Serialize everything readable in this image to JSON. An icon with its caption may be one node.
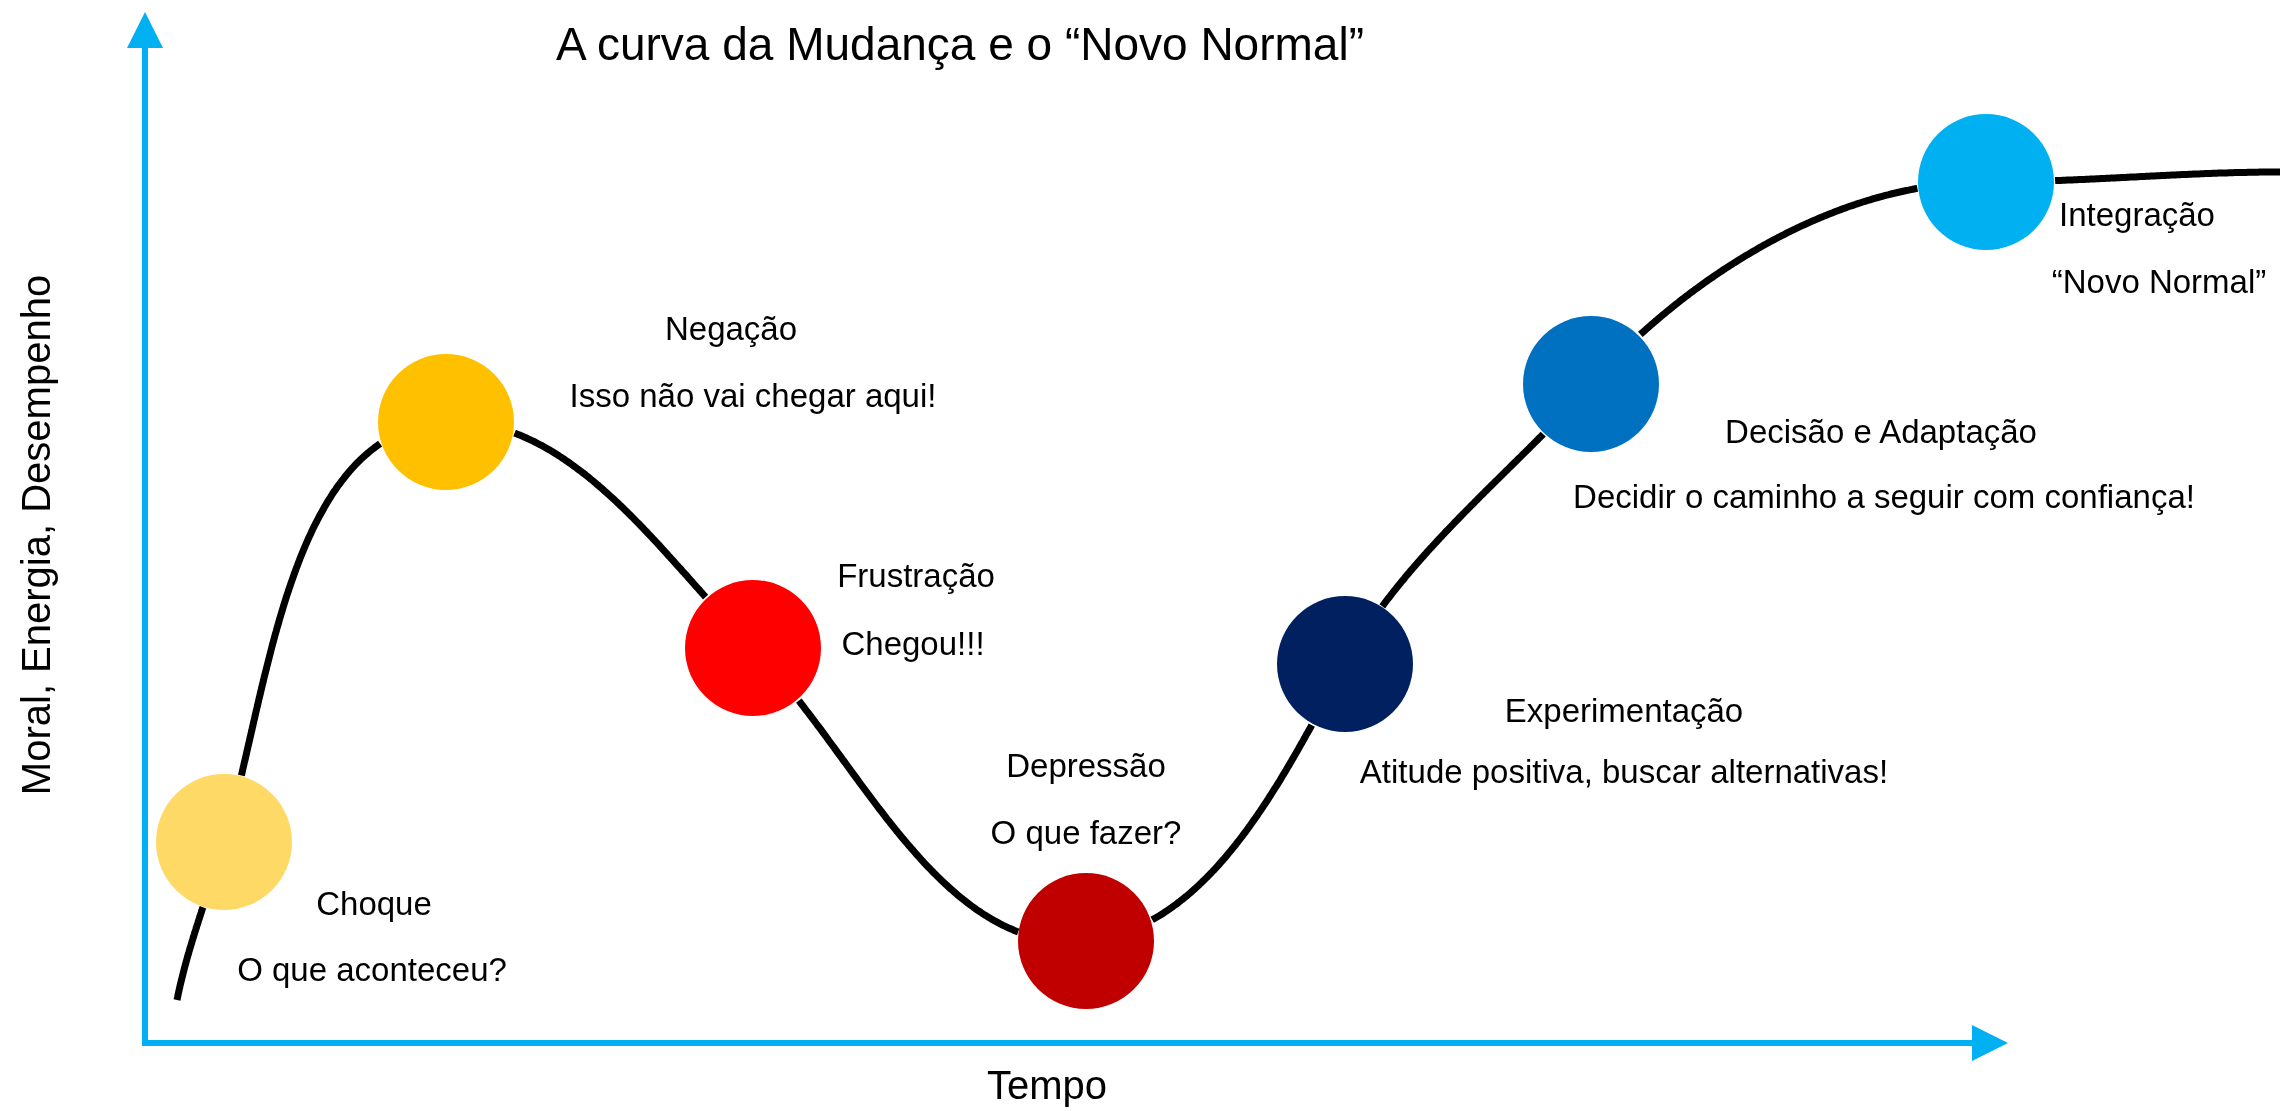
{
  "diagram": {
    "title": "A curva da Mudança e o “Novo Normal”",
    "nodes": [
      {
        "text": [],
        "shape": "circle",
        "beside": [
          "Choque",
          "O que aconteceu?"
        ]
      },
      {
        "text": [],
        "shape": "circle",
        "beside": [
          "Negação",
          "Isso não vai chegar aqui!"
        ]
      },
      {
        "text": [],
        "shape": "circle",
        "beside": [
          "Frustração",
          "Chegou!!!"
        ]
      },
      {
        "text": [],
        "shape": "circle",
        "beside": [
          "Depressão",
          "O que fazer?"
        ]
      },
      {
        "text": [],
        "shape": "circle",
        "beside": [
          "Experimentação",
          "Atitude positiva, buscar alternativas!"
        ]
      },
      {
        "text": [],
        "shape": "circle",
        "beside": [
          "Decisão e Adaptação",
          "Decidir o caminho a seguir com confiança!"
        ]
      },
      {
        "text": [],
        "shape": "circle",
        "beside": [
          "Integração",
          "“Novo Normal”"
        ]
      }
    ],
    "edges": [
      {
        "from": null,
        "to": 0,
        "arrow": "none"
      },
      {
        "from": 0,
        "to": 1,
        "arrow": "none"
      },
      {
        "from": 1,
        "to": 2,
        "arrow": "none"
      },
      {
        "from": 2,
        "to": 3,
        "arrow": "none"
      },
      {
        "from": 3,
        "to": 4,
        "arrow": "none"
      },
      {
        "from": 4,
        "to": 5,
        "arrow": "none"
      },
      {
        "from": 5,
        "to": 6,
        "arrow": "none"
      },
      {
        "from": 6,
        "to": null,
        "arrow": "none"
      }
    ],
    "labels": [
      "Moral, Energia, Desempenho",
      "Tempo"
    ]
  }
}
